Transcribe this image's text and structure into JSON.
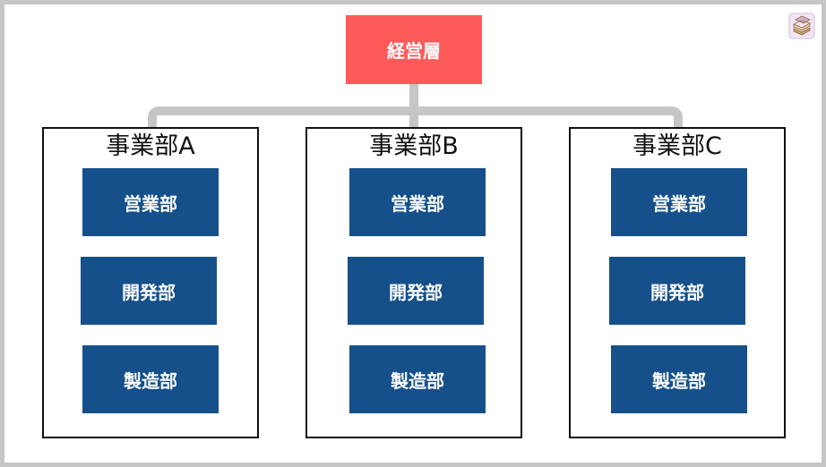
{
  "executive": {
    "label": "経営層"
  },
  "divisions": [
    {
      "title": "事業部A",
      "departments": [
        "営業部",
        "開発部",
        "製造部"
      ]
    },
    {
      "title": "事業部B",
      "departments": [
        "営業部",
        "開発部",
        "製造部"
      ]
    },
    {
      "title": "事業部C",
      "departments": [
        "営業部",
        "開発部",
        "製造部"
      ]
    }
  ],
  "colors": {
    "executive_fill": "#ff5a5a",
    "department_fill": "#15508a",
    "connector": "#c6c6c6",
    "frame": "#c6c6c6"
  },
  "icons": {
    "corner": "books-icon"
  }
}
